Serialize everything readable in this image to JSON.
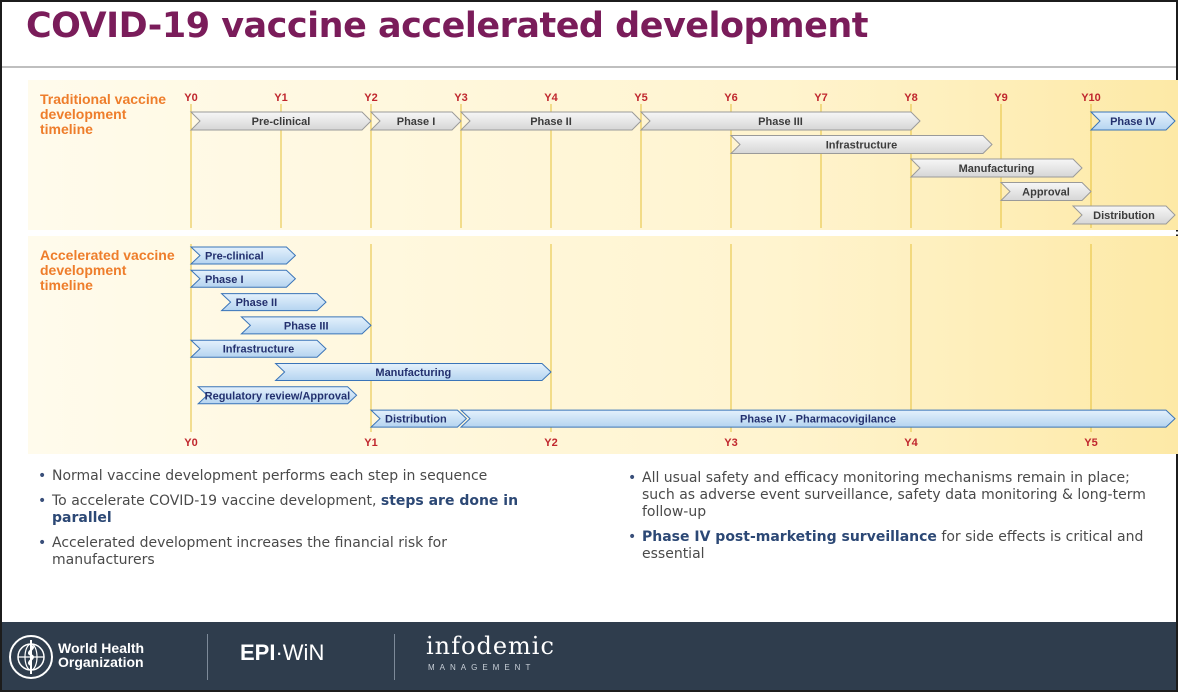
{
  "title": "COVID-19 vaccine accelerated development",
  "colors": {
    "title": "#7a1c5a",
    "panel_title": "#ee7d2b",
    "tick_label": "#c0262d",
    "gray_arrow_fill": "#e6e6e6",
    "blue_arrow_fill": "#c9e1f6",
    "panel_bg": "#fff1c4",
    "footer_bg": "#2f3d4d",
    "bullet_emphasis": "#2c4875"
  },
  "traditional": {
    "heading": "Traditional vaccine development timeline",
    "year_labels": [
      "Y0",
      "Y1",
      "Y2",
      "Y3",
      "Y4",
      "Y5",
      "Y6",
      "Y7",
      "Y8",
      "Y9",
      "Y10"
    ],
    "bars": [
      {
        "label": "Pre-clinical",
        "start_year": 0,
        "end_year": 2,
        "row": 0
      },
      {
        "label": "Phase I",
        "start_year": 2,
        "end_year": 3,
        "row": 0
      },
      {
        "label": "Phase II",
        "start_year": 3,
        "end_year": 5,
        "row": 0
      },
      {
        "label": "Phase III",
        "start_year": 5,
        "end_year": 8.1,
        "row": 0
      },
      {
        "label": "Phase IV",
        "start_year": 10,
        "end_year": 11,
        "row": 0,
        "style": "blue"
      },
      {
        "label": "Infrastructure",
        "start_year": 6,
        "end_year": 8.9,
        "row": 1
      },
      {
        "label": "Manufacturing",
        "start_year": 8,
        "end_year": 9.9,
        "row": 2
      },
      {
        "label": "Approval",
        "start_year": 9,
        "end_year": 10,
        "row": 3
      },
      {
        "label": "Distribution",
        "start_year": 9.8,
        "end_year": 11,
        "row": 4
      }
    ]
  },
  "accelerated": {
    "heading": "Accelerated vaccine development timeline",
    "year_labels": [
      "Y0",
      "Y1",
      "Y2",
      "Y3",
      "Y4",
      "Y5"
    ],
    "bars": [
      {
        "label": "Pre-clinical",
        "start_year": 0,
        "end_year": 0.58,
        "row": 0
      },
      {
        "label": "Phase I",
        "start_year": 0,
        "end_year": 0.58,
        "row": 1
      },
      {
        "label": "Phase II",
        "start_year": 0.17,
        "end_year": 0.75,
        "row": 2
      },
      {
        "label": "Phase III",
        "start_year": 0.28,
        "end_year": 1.0,
        "row": 3
      },
      {
        "label": "Infrastructure",
        "start_year": 0,
        "end_year": 0.75,
        "row": 4
      },
      {
        "label": "Manufacturing",
        "start_year": 0.47,
        "end_year": 2.0,
        "row": 5
      },
      {
        "label": "Regulatory review/Approval",
        "start_year": 0.04,
        "end_year": 0.92,
        "row": 6
      },
      {
        "label": "Distribution",
        "start_year": 1.0,
        "end_year": 1.53,
        "row": 7
      },
      {
        "label": "Phase IV - Pharmacovigilance",
        "start_year": 1.5,
        "end_year": 5.5,
        "row": 7
      }
    ]
  },
  "bullets_left": [
    {
      "text": "Normal vaccine development performs each step in sequence"
    },
    {
      "text": "To accelerate COVID-19 vaccine development, ",
      "bold": "steps are done in parallel"
    },
    {
      "text": "Accelerated development increases the financial risk for manufacturers"
    }
  ],
  "bullets_right": [
    {
      "text": "All usual safety and efficacy monitoring mechanisms remain in place; such as adverse event surveillance, safety data monitoring & long-term follow-up"
    },
    {
      "bold": "Phase IV post-marketing surveillance",
      "text": " for side effects is critical and essential"
    }
  ],
  "footer": {
    "who_name": "World Health Organization",
    "epi_win_bold": "EPI",
    "epi_win_rest": "·WiN",
    "infodemic": "infodemic",
    "infodemic_sub": "MANAGEMENT"
  }
}
